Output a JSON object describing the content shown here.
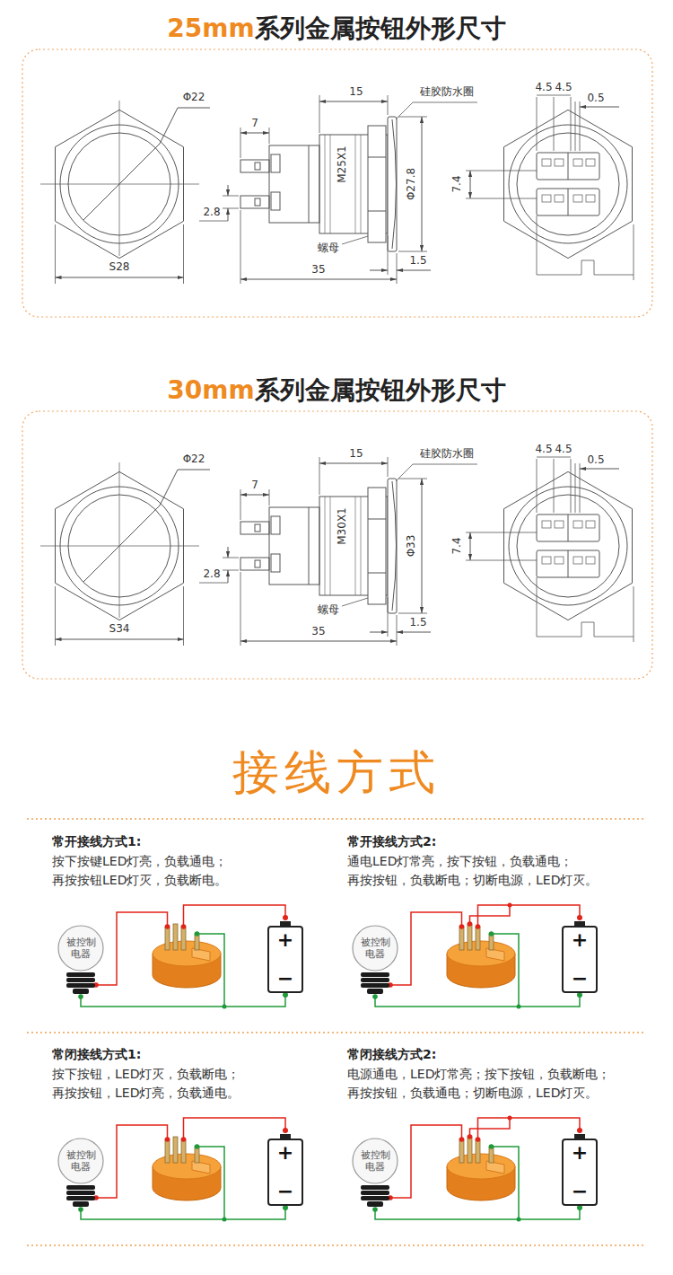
{
  "diagram": {
    "nodes": [
      {
        "text": [
          "被控制电器"
        ]
      },
      {
        "text": [
          "+",
          "−"
        ]
      },
      {
        "text": [
          "被控制电器"
        ]
      },
      {
        "text": [
          "+",
          "−"
        ]
      },
      {
        "text": [
          "被控制电器"
        ]
      },
      {
        "text": [
          "+",
          "−"
        ]
      },
      {
        "text": [
          "被控制电器"
        ]
      },
      {
        "text": [
          "+",
          "−"
        ]
      }
    ],
    "edges": [
      {
        "from": 0,
        "to": 1,
        "arrow": "none"
      },
      {
        "from": 2,
        "to": 3,
        "arrow": "none"
      },
      {
        "from": 4,
        "to": 5,
        "arrow": "none"
      },
      {
        "from": 6,
        "to": 7,
        "arrow": "none"
      }
    ],
    "labels": [
      "25mm",
      "系列金属按钮外形尺寸",
      "Φ22",
      "S28",
      "15",
      "硅胶防水圈",
      "7",
      "M25X1",
      "Φ27.8",
      "2.8",
      "螺母",
      "1.5",
      "35",
      "4.5",
      "4.5",
      "0.5",
      "7.4",
      "30mm",
      "系列金属按钮外形尺寸",
      "Φ22",
      "S34",
      "15",
      "硅胶防水圈",
      "7",
      "M30X1",
      "Φ33",
      "2.8",
      "螺母",
      "1.5",
      "35",
      "4.5",
      "4.5",
      "0.5",
      "7.4",
      "接线方式",
      "常开接线方式1:",
      "按下按键LED灯亮，负载通电；",
      "再按按钮LED灯灭，负载断电。",
      "常开接线方式2:",
      "通电LED灯常亮，按下按钮，负载通电；",
      "再按按钮，负载断电；切断电源，LED灯灭。",
      "常闭接线方式1:",
      "按下按钮，LED灯灭，负载断电；",
      "再按按钮，LED灯亮，负载通电。",
      "常闭接线方式2:",
      "电源通电，LED灯常亮；按下按钮，负载断电；",
      "再按按钮，负载通电；切断电源，LED灯灭。"
    ]
  }
}
